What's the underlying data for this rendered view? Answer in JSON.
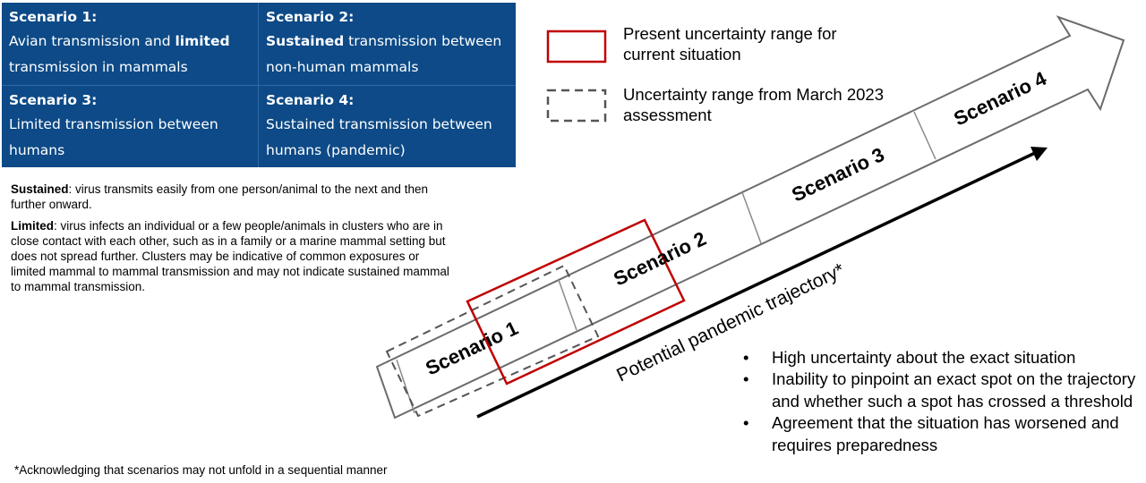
{
  "table": {
    "scenario1": {
      "heading": "Scenario 1:",
      "pre": "Avian transmission and ",
      "bold": "limited",
      "post": " transmission in mammals"
    },
    "scenario2": {
      "heading": "Scenario 2:",
      "pre": "",
      "bold": "Sustained",
      "post": " transmission between non-human mammals"
    },
    "scenario3": {
      "heading": "Scenario 3:",
      "text": "Limited transmission between humans"
    },
    "scenario4": {
      "heading": "Scenario 4:",
      "text": "Sustained transmission between humans (pandemic)"
    }
  },
  "definitions": {
    "sustained_term": "Sustained",
    "sustained_text": ": virus transmits easily from one person/animal to the next and then further  onward.",
    "limited_term": "Limited",
    "limited_text": ": virus infects an individual or a few people/animals in clusters who are in close contact with each other, such as in a family or a marine mammal setting but does not spread further.  Clusters may be indicative of common exposures or limited mammal to mammal transmission and may not indicate sustained mammal to mammal transmission."
  },
  "legend": {
    "present_range": "Present uncertainty range for current situation",
    "march_range": "Uncertainty range from March 2023 assessment",
    "present_color": "#c00000",
    "march_color": "#555555"
  },
  "diagram": {
    "scenario_labels": [
      "Scenario 1",
      "Scenario 2",
      "Scenario 3",
      "Scenario 4"
    ],
    "trajectory_label": "Potential pandemic trajectory*",
    "arrow_color": "#6b6b6b"
  },
  "bullets": [
    "High uncertainty about the exact situation",
    "Inability to pinpoint an exact spot on the trajectory and whether such a spot has crossed a threshold",
    "Agreement that the situation has worsened and requires preparedness"
  ],
  "footnote": "*Acknowledging that scenarios may not unfold in a sequential manner"
}
